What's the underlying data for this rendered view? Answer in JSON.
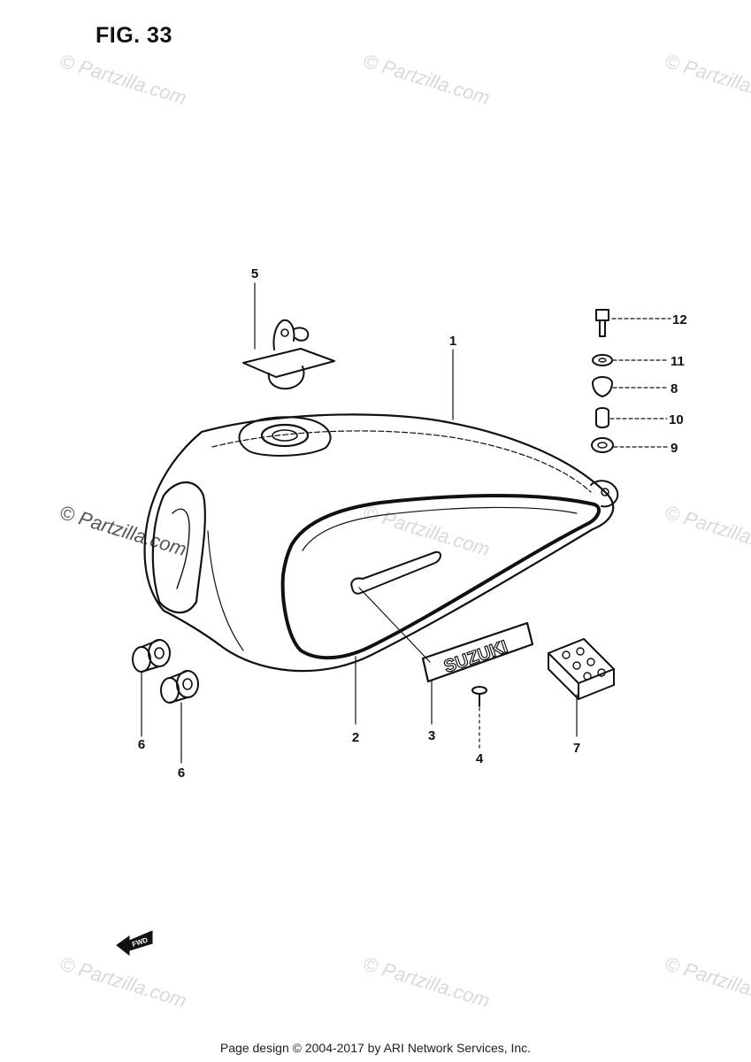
{
  "figure": {
    "title": "FIG. 33"
  },
  "watermark": {
    "text": "© Partzilla.com"
  },
  "callouts": [
    {
      "id": "1",
      "label": "1"
    },
    {
      "id": "2",
      "label": "2"
    },
    {
      "id": "3",
      "label": "3"
    },
    {
      "id": "4",
      "label": "4"
    },
    {
      "id": "5",
      "label": "5"
    },
    {
      "id": "6a",
      "label": "6"
    },
    {
      "id": "6b",
      "label": "6"
    },
    {
      "id": "7",
      "label": "7"
    },
    {
      "id": "8",
      "label": "8"
    },
    {
      "id": "9",
      "label": "9"
    },
    {
      "id": "10",
      "label": "10"
    },
    {
      "id": "11",
      "label": "11"
    },
    {
      "id": "12",
      "label": "12"
    }
  ],
  "emblem": {
    "text": "SUZUKI"
  },
  "direction_arrow": {
    "text": "FWD"
  },
  "footer": {
    "text": "Page design © 2004-2017 by ARI Network Services, Inc."
  }
}
